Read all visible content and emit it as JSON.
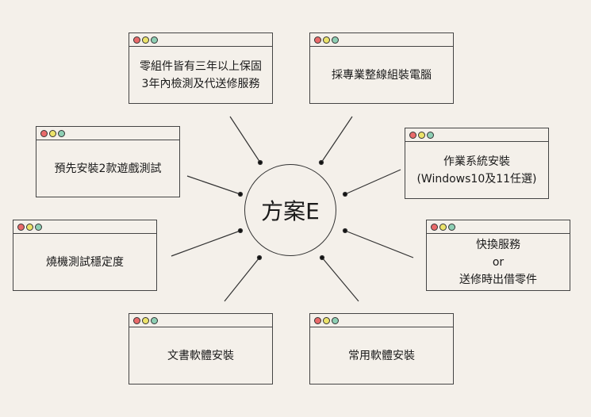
{
  "center": "方案E",
  "colors": {
    "red": "#e96a6a",
    "yellow": "#ece36a",
    "green": "#8ecfb4",
    "background": "#f4f0ea"
  },
  "boxes": [
    {
      "lines": [
        "零組件皆有三年以上保固",
        "3年內檢測及代送修服務"
      ]
    },
    {
      "lines": [
        "採專業整線組裝電腦"
      ]
    },
    {
      "lines": [
        "預先安裝2款遊戲測試"
      ]
    },
    {
      "lines": [
        "作業系統安裝",
        "(Windows10及11任選)"
      ]
    },
    {
      "lines": [
        "燒機測試穩定度"
      ]
    },
    {
      "lines": [
        "快換服務",
        "or",
        "送修時出借零件"
      ]
    },
    {
      "lines": [
        "文書軟體安裝"
      ]
    },
    {
      "lines": [
        "常用軟體安裝"
      ]
    }
  ]
}
